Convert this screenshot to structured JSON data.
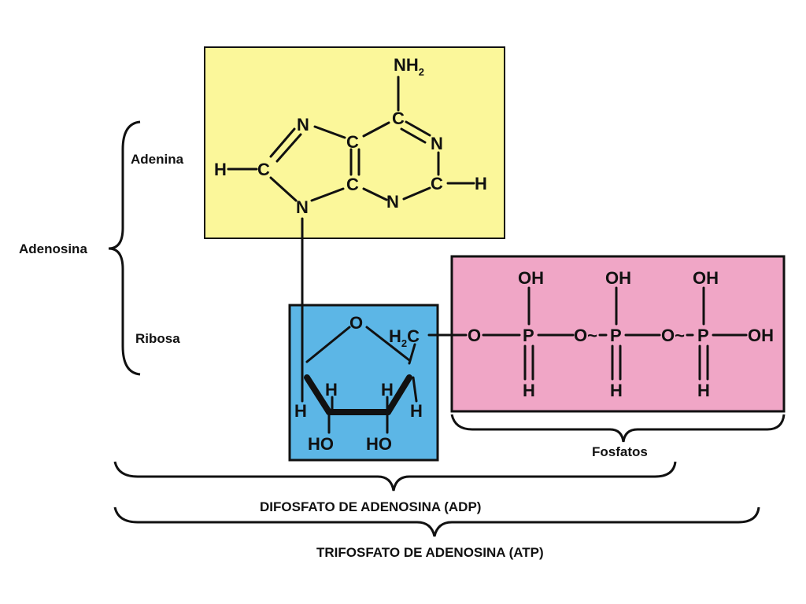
{
  "labels": {
    "adenina": "Adenina",
    "adenosina": "Adenosina",
    "ribosa": "Ribosa",
    "fosfatos": "Fosfatos",
    "adp": "DIFOSFATO DE ADENOSINA (ADP)",
    "atp": "TRIFOSFATO DE ADENOSINA (ATP)"
  },
  "atoms": {
    "nh": "NH",
    "two": "2",
    "n": "N",
    "c": "C",
    "h": "H",
    "o": "O",
    "p": "P",
    "oh": "OH",
    "ho": "HO",
    "o_tilde": "O~"
  },
  "colors": {
    "adenine_box": "#fbf79a",
    "ribose_box": "#5cb6e6",
    "phosphate_box": "#f0a6c6",
    "ink": "#111111"
  }
}
